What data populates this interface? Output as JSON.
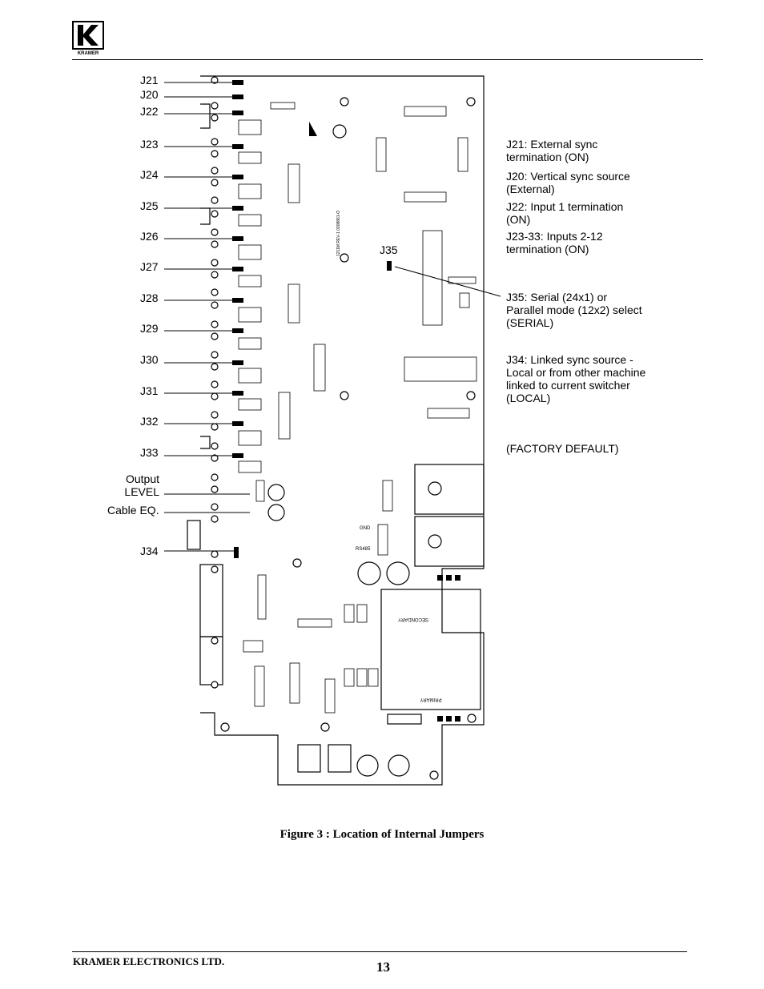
{
  "header": {
    "logo_text": "KRAMER"
  },
  "figure": {
    "left_labels": [
      "J21",
      "J20",
      "J22",
      "J23",
      "J24",
      "J25",
      "J26",
      "J27",
      "J28",
      "J29",
      "J30",
      "J31",
      "J32",
      "J33"
    ],
    "output_level": [
      "Output",
      "LEVEL"
    ],
    "cable_eq": "Cable EQ.",
    "j34": "J34",
    "j35": "J35",
    "notes": [
      [
        "J21: External sync",
        "termination (ON)"
      ],
      [
        "J20: Vertical sync source",
        "(External)"
      ],
      [
        "J22: Input 1 termination",
        "(ON)"
      ],
      [
        "J23-33: Inputs 2-12",
        "termination (ON)"
      ],
      [
        "J35: Serial (24x1) or",
        "Parallel mode (12x2) select",
        "(SERIAL)"
      ],
      [
        "J34: Linked sync source -",
        "Local or from other machine",
        "linked to current switcher",
        "(LOCAL)"
      ],
      [
        "(FACTORY DEFAULT)"
      ]
    ],
    "board_text": {
      "gnd": "GND",
      "rs485": "RS485",
      "secondary": "SECONDARY",
      "primary": "PRIMARY",
      "revision": "1211M REV-1 0308861-O"
    },
    "caption": "Figure 3 : Location of Internal Jumpers"
  },
  "footer": {
    "company": "KRAMER ELECTRONICS LTD.",
    "page_number": "13"
  }
}
